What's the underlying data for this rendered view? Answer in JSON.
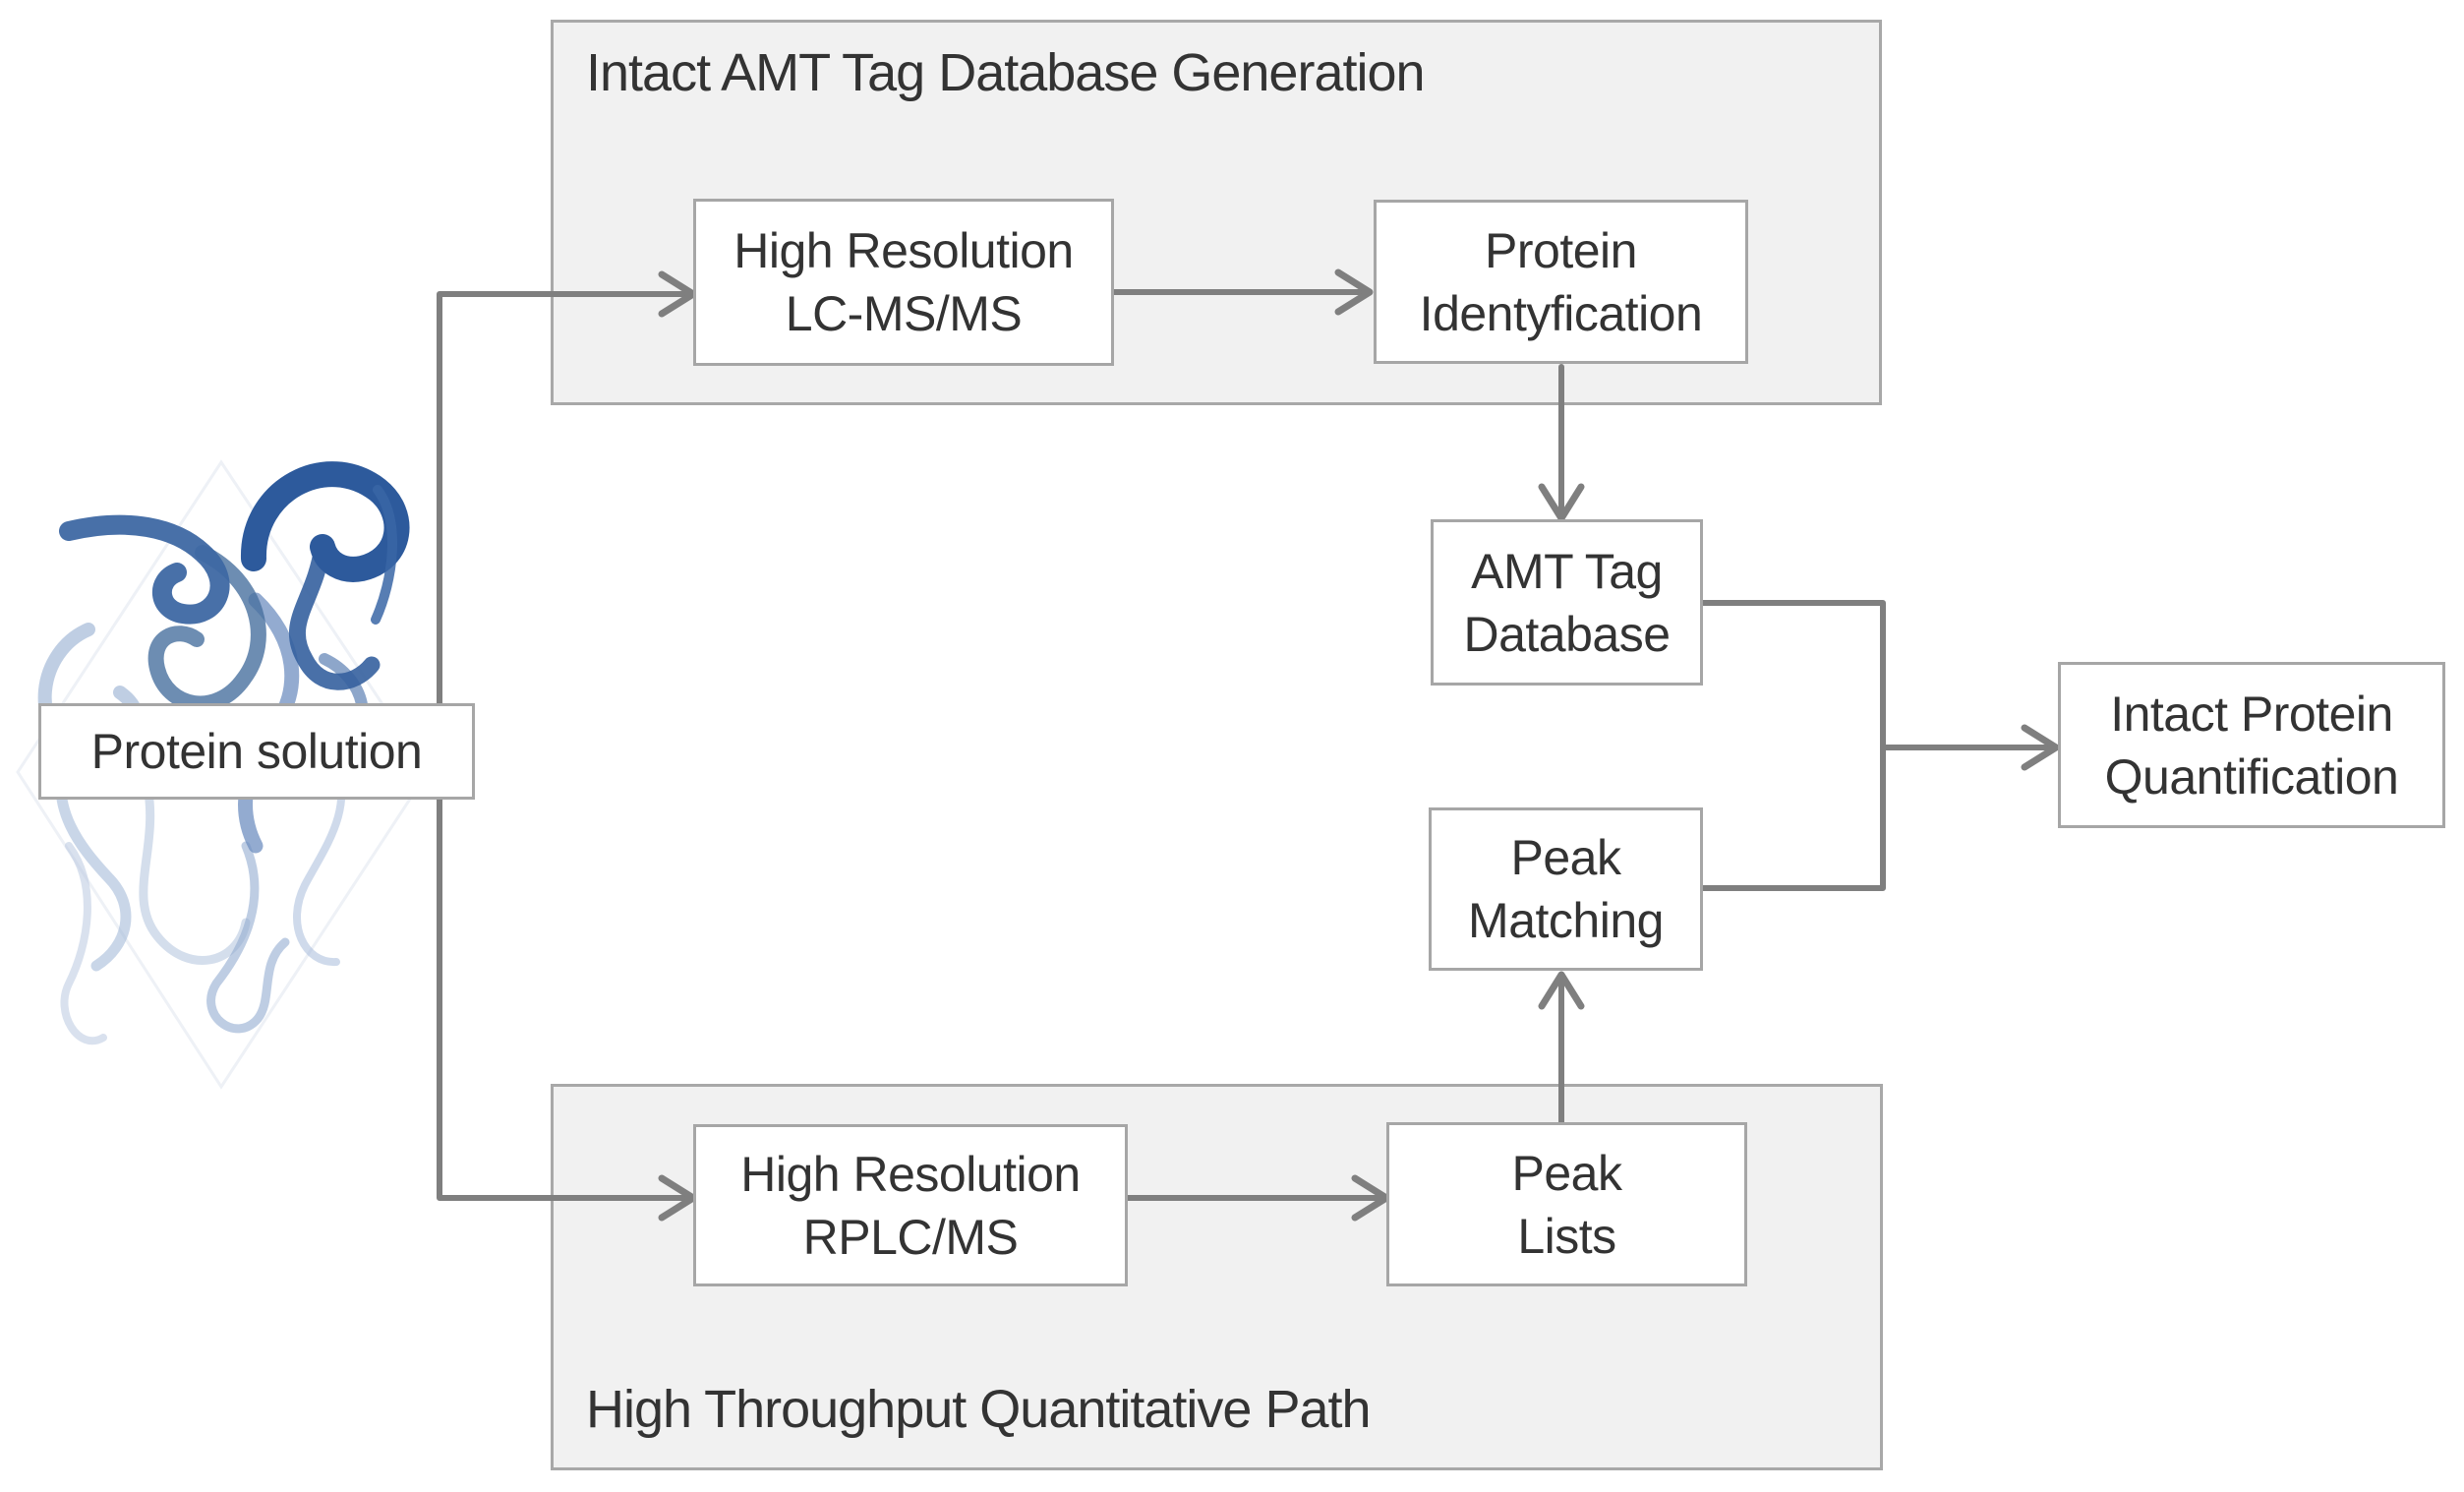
{
  "diagram": {
    "panels": {
      "database_generation": {
        "title": "Intact AMT Tag Database Generation"
      },
      "quantitative_path": {
        "title": "High Throughput Quantitative Path"
      }
    },
    "nodes": {
      "protein_solution": {
        "label": "Protein solution"
      },
      "high_res_lcmsms": {
        "line1": "High Resolution",
        "line2": "LC-MS/MS"
      },
      "protein_identification": {
        "line1": "Protein",
        "line2": "Identyfication"
      },
      "amt_tag_database": {
        "line1": "AMT Tag",
        "line2": "Database"
      },
      "peak_matching": {
        "line1": "Peak",
        "line2": "Matching"
      },
      "peak_lists": {
        "line1": "Peak",
        "line2": "Lists"
      },
      "high_res_rplcms": {
        "line1": "High Resolution",
        "line2": "RPLC/MS"
      },
      "intact_protein_quantification": {
        "line1": "Intact Protein",
        "line2": "Quantification"
      }
    },
    "illustration": {
      "name": "protein-ribbon-structure",
      "dark_blue": "#2f5c9c",
      "medium_blue": "#4f77ae",
      "light_blue": "#a8bcd9"
    },
    "colors": {
      "panel_fill": "#f1f1f1",
      "panel_border": "#a8a8a8",
      "box_border": "#a6a6a6",
      "connector": "#7f7f7f",
      "text": "#333333"
    }
  }
}
